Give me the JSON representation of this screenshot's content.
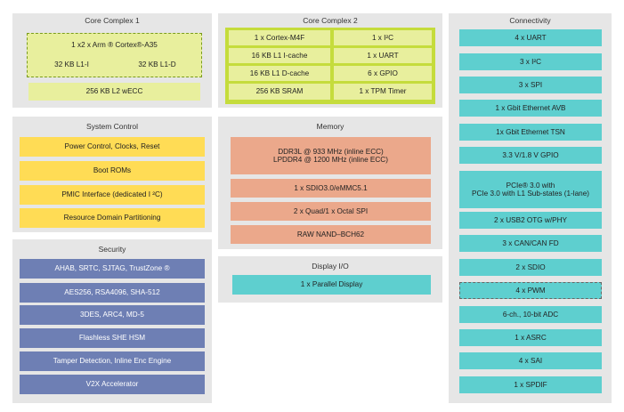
{
  "core_complex_1": {
    "title": "Core Complex 1",
    "core": "1 x2 x Arm ® Cortex®-A35",
    "l1i": "32 KB L1-I",
    "l1d": "32 KB L1-D",
    "l2": "256 KB L2 wECC"
  },
  "core_complex_2": {
    "title": "Core Complex 2",
    "items": [
      "1 x Cortex-M4F",
      "1 x I²C",
      "16 KB L1 I-cache",
      "1 x UART",
      "16 KB L1 D-cache",
      "6 x GPIO",
      "256 KB SRAM",
      "1 x TPM Timer"
    ]
  },
  "system_control": {
    "title": "System Control",
    "items": [
      "Power Control, Clocks, Reset",
      "Boot ROMs",
      "PMIC Interface (dedicated I ²C)",
      "Resource Domain Partitioning"
    ]
  },
  "security": {
    "title": "Security",
    "items": [
      "AHAB, SRTC, SJTAG, TrustZone ®",
      "AES256, RSA4096, SHA-512",
      "3DES, ARC4, MD-5",
      "Flashless SHE HSM",
      "Tamper Detection, Inline Enc Engine",
      "V2X Accelerator"
    ]
  },
  "memory": {
    "title": "Memory",
    "items": [
      "DDR3L @ 933 MHz (inline ECC)\nLPDDR4 @ 1200 MHz (inline ECC)",
      "1 x SDIO3.0/eMMC5.1",
      "2 x Quad/1 x Octal SPI",
      "RAW NAND–BCH62"
    ]
  },
  "display_io": {
    "title": "Display I/O",
    "items": [
      "1 x Parallel Display"
    ]
  },
  "connectivity": {
    "title": "Connectivity",
    "items": [
      "4 x UART",
      "3 x I²C",
      "3 x SPI",
      "1 x Gbit Ethernet AVB",
      "1x Gbit Ethernet TSN",
      "3.3 V/1.8 V GPIO",
      "PCIe® 3.0 with\nPCIe 3.0 with L1 Sub-states (1-lane)",
      "2 x USB2 OTG w/PHY",
      "3 x CAN/CAN FD",
      "2 x SDIO",
      "4 x PWM",
      "6-ch., 10-bit ADC",
      "1 x ASRC",
      "4 x SAI",
      "1 x SPDIF"
    ]
  }
}
